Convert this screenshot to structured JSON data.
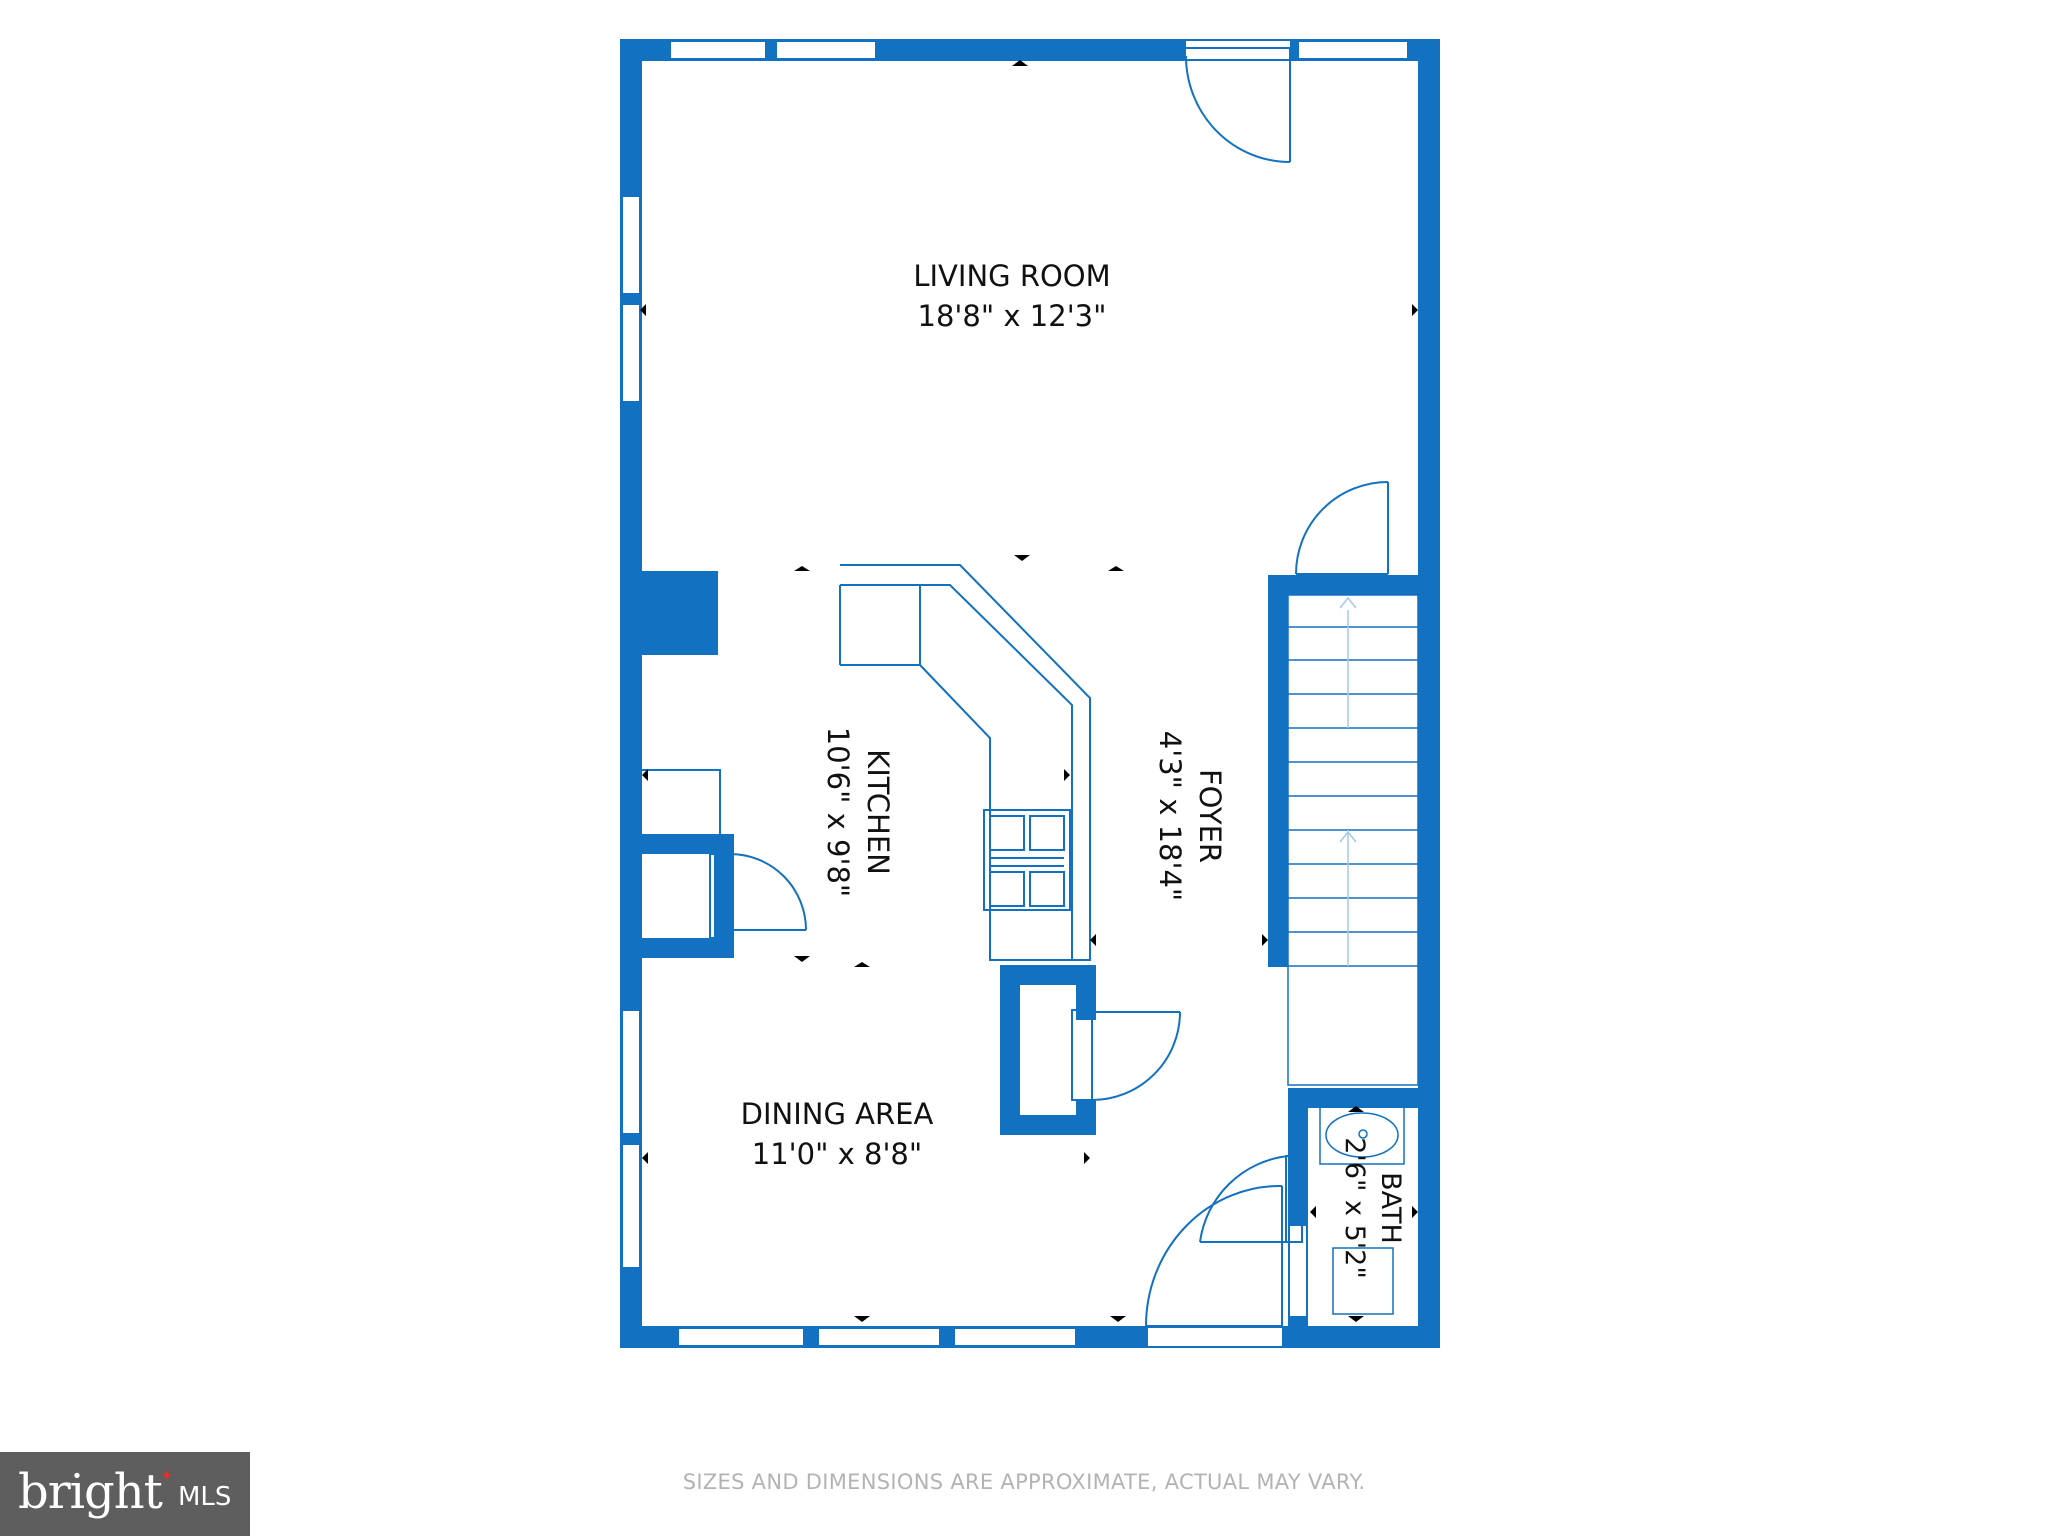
{
  "colors": {
    "wall": "#1271c0",
    "line": "#1271c0",
    "text": "#111111",
    "disclaimer": "#b3b3b3",
    "logo_bg": "#5e5e5e"
  },
  "rooms": {
    "living": {
      "name": "LIVING ROOM",
      "dim": "18'8\" x 12'3\""
    },
    "kitchen": {
      "name": "KITCHEN",
      "dim": "10'6\" x 9'8\""
    },
    "foyer": {
      "name": "FOYER",
      "dim": "4'3\" x 18'4\""
    },
    "dining": {
      "name": "DINING AREA",
      "dim": "11'0\" x 8'8\""
    },
    "bath": {
      "name": "BATH",
      "dim": "2'6\" x 5'2\""
    }
  },
  "disclaimer": "SIZES AND DIMENSIONS ARE APPROXIMATE, ACTUAL MAY VARY.",
  "logo": {
    "brand": "bright",
    "suffix": "MLS"
  }
}
